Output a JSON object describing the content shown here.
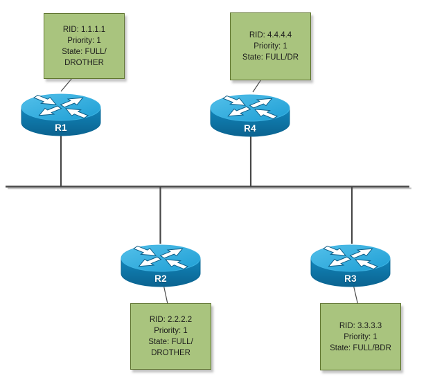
{
  "diagram": {
    "type": "network-topology",
    "routers": [
      {
        "name": "R1",
        "icon": "cisco-router",
        "info_lines": [
          "RID: 1.1.1.1",
          "Priority: 1",
          "State: FULL/",
          "DROTHER"
        ]
      },
      {
        "name": "R2",
        "icon": "cisco-router",
        "info_lines": [
          "RID: 2.2.2.2",
          "Priority: 1",
          "State: FULL/",
          "DROTHER"
        ]
      },
      {
        "name": "R3",
        "icon": "cisco-router",
        "info_lines": [
          "RID: 3.3.3.3",
          "Priority: 1",
          "State: FULL/BDR"
        ]
      },
      {
        "name": "R4",
        "icon": "cisco-router",
        "info_lines": [
          "RID: 4.4.4.4",
          "Priority: 1",
          "State: FULL/DR"
        ]
      }
    ]
  },
  "colors": {
    "box_fill": "#a9c47e",
    "box_border": "#5f742f",
    "wire": "#474747",
    "wire_shadow": "#c6c6c6",
    "router_top": "#1e9ed4",
    "router_top_light": "#53c0ea",
    "router_body": "#1286bb",
    "router_body_dark": "#0b6390",
    "router_label": "#ffffff",
    "info_text": "#1c1c1c"
  }
}
